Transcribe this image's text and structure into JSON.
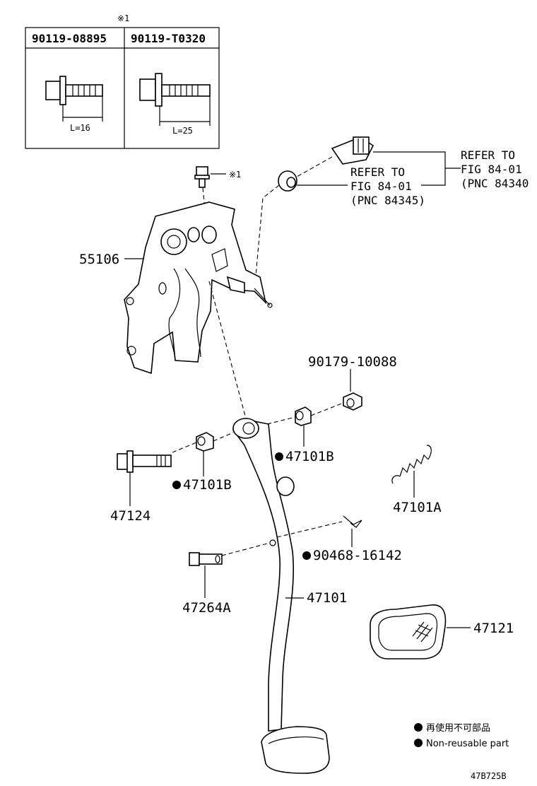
{
  "bolt_table": {
    "note_mark": "※1",
    "columns": [
      {
        "part_no": "90119-08895",
        "length_label": "L=16"
      },
      {
        "part_no": "90119-T0320",
        "length_label": "L=25"
      }
    ]
  },
  "refer_notes": [
    {
      "line1": "REFER TO",
      "line2": "FIG 84-01",
      "line3": "(PNC 84340"
    },
    {
      "line1": "REFER TO",
      "line2": "FIG 84-01",
      "line3": "(PNC 84345)"
    }
  ],
  "bolt_mark": "※1",
  "labels": {
    "p55106": "55106",
    "p90179": "90179-10088",
    "p47101B_upper": "47101B",
    "p47101B_lower": "47101B",
    "p47124": "47124",
    "p47101A": "47101A",
    "p90468": "90468-16142",
    "p47264A": "47264A",
    "p47101": "47101",
    "p47121": "47121"
  },
  "legend": {
    "jp": "再使用不可部品",
    "en": "Non-reusable part"
  },
  "figure_code": "47B725B"
}
